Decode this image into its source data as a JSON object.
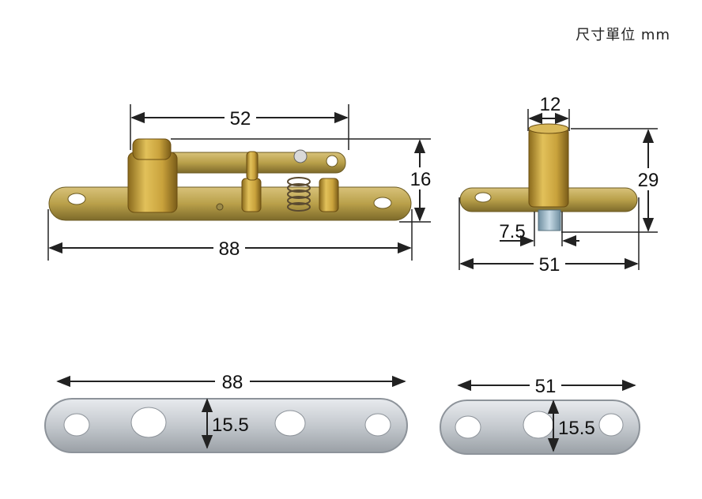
{
  "unit_note": "尺寸單位 mm",
  "colors": {
    "brass": "#c9a23c",
    "brass_dark": "#8a6a1c",
    "plate": "#c7b05a",
    "plate_dark": "#7d6a2a",
    "steel": "#cfd3d8",
    "steel_dark": "#8d939a",
    "dimension_line": "#222222"
  },
  "top_left_part": {
    "dim_width_total": "88",
    "dim_arm_length": "52",
    "dim_height": "16"
  },
  "top_right_part": {
    "dim_pin_diameter": "12",
    "dim_height": "29",
    "dim_pin_offset": "7.5",
    "dim_width_total": "51"
  },
  "bottom_left_plate": {
    "dim_length": "88",
    "dim_width": "15.5"
  },
  "bottom_right_plate": {
    "dim_length": "51",
    "dim_width": "15.5"
  }
}
